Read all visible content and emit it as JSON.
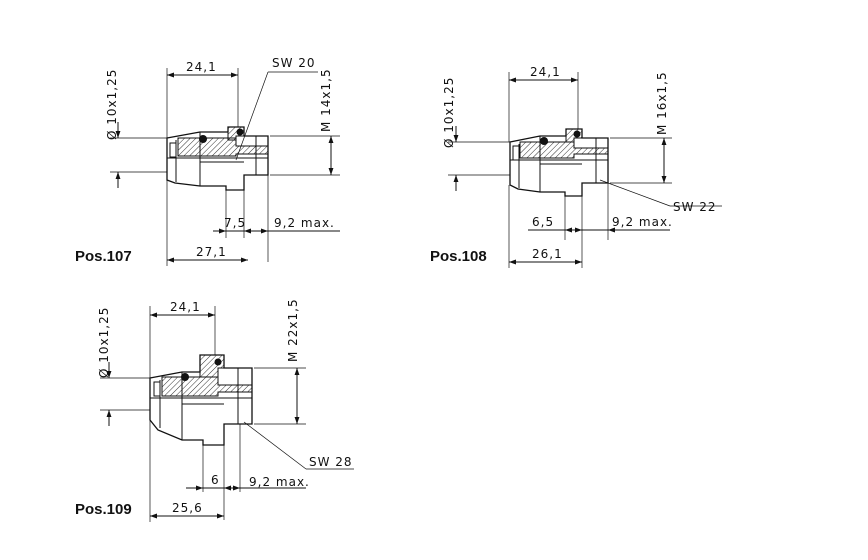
{
  "figures": [
    {
      "id": "pos107",
      "label": "Pos.107",
      "tube_diameter": "Ø 10x1,25",
      "length_top": "24,1",
      "wrench_size": "SW 20",
      "thread": "M 14x1,5",
      "dim_left": "7,5",
      "dim_right": "9,2 max.",
      "length_bottom": "27,1"
    },
    {
      "id": "pos108",
      "label": "Pos.108",
      "tube_diameter": "Ø 10x1,25",
      "length_top": "24,1",
      "wrench_size": "SW 22",
      "thread": "M 16x1,5",
      "dim_left": "6,5",
      "dim_right": "9,2 max.",
      "length_bottom": "26,1"
    },
    {
      "id": "pos109",
      "label": "Pos.109",
      "tube_diameter": "Ø 10x1,25",
      "length_top": "24,1",
      "wrench_size": "SW 28",
      "thread": "M 22x1,5",
      "dim_left": "6",
      "dim_right": "9,2 max.",
      "length_bottom": "25,6"
    }
  ]
}
